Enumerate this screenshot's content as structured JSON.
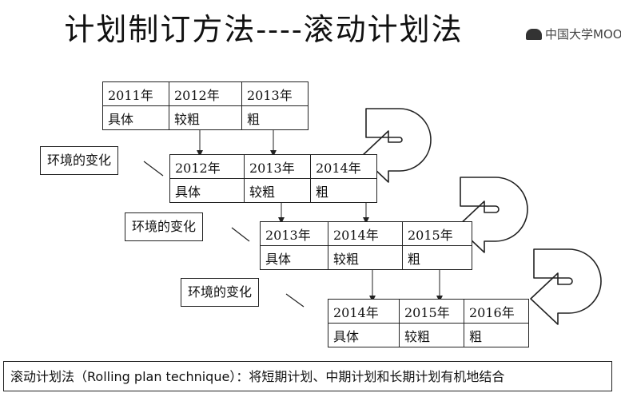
{
  "title": "计划制订方法----滚动计划法",
  "watermark": "中国大学MOOC",
  "tables": [
    {
      "years": [
        "2011年",
        "2012年",
        "2013年"
      ],
      "detail": [
        "具体",
        "较粗",
        "粗"
      ]
    },
    {
      "years": [
        "2012年",
        "2013年",
        "2014年"
      ],
      "detail": [
        "具体",
        "较粗",
        "粗"
      ]
    },
    {
      "years": [
        "2013年",
        "2014年",
        "2015年"
      ],
      "detail": [
        "具体",
        "较粗",
        "粗"
      ]
    },
    {
      "years": [
        "2014年",
        "2015年",
        "2016年"
      ],
      "detail": [
        "具体",
        "较粗",
        "粗"
      ]
    }
  ],
  "env_labels": [
    "环境的变化",
    "环境的变化",
    "环境的变化"
  ],
  "footer": "滚动计划法（Rolling plan technique）：将短期计划、中期计划和长期计划有机地结合",
  "icons": [
    "curved-arrow-icon",
    "down-arrow-icon"
  ]
}
